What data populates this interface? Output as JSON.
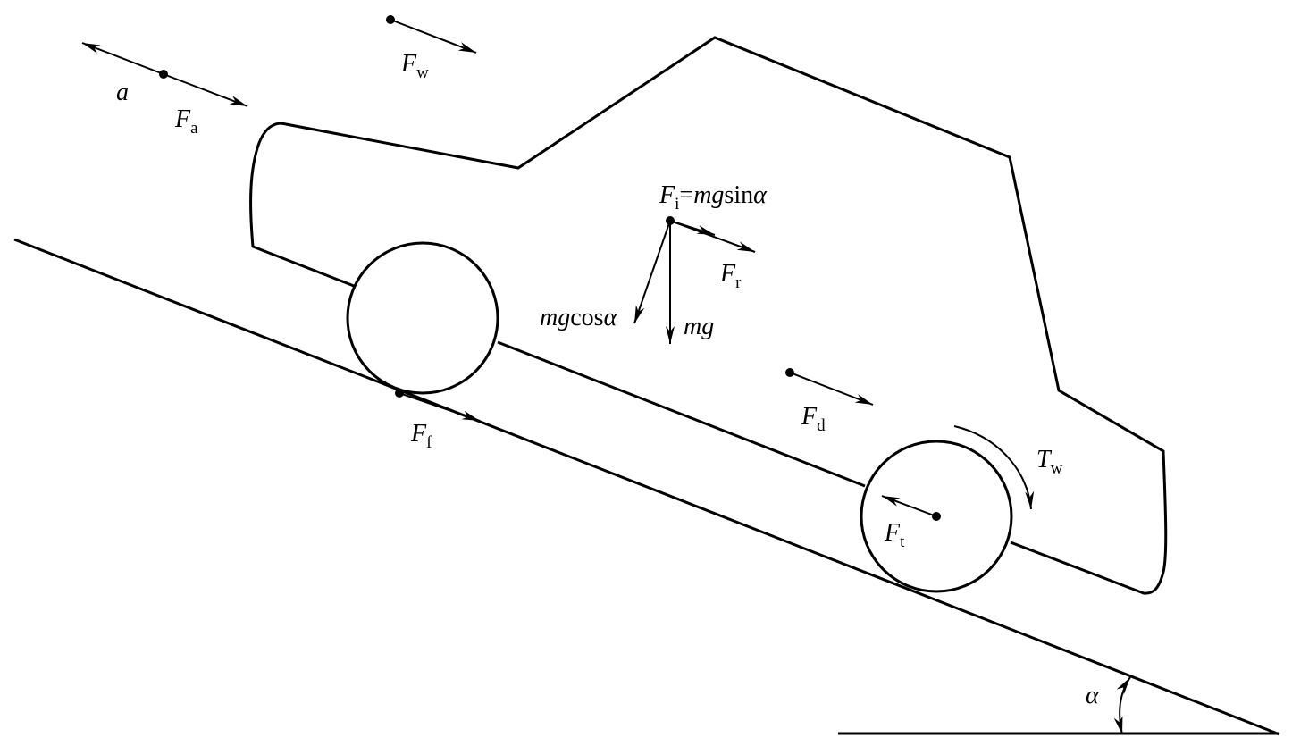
{
  "colors": {
    "stroke": "#000000",
    "background": "#ffffff"
  },
  "labels": {
    "a": "a",
    "Fa_main": "F",
    "Fa_sub": "a",
    "Fw_main": "F",
    "Fw_sub": "w",
    "Fi_main": "F",
    "Fi_sub": "i",
    "Fi_eq": "=",
    "Fi_mg": "mg",
    "Fi_sin": "sin",
    "Fi_alpha": "α",
    "Fr_main": "F",
    "Fr_sub": "r",
    "mgcos_mg": "mg",
    "mgcos_cos": "cos",
    "mgcos_alpha": "α",
    "mg": "mg",
    "Ff_main": "F",
    "Ff_sub": "f",
    "Fd_main": "F",
    "Fd_sub": "d",
    "Tw_main": "T",
    "Tw_sub": "w",
    "Ft_main": "F",
    "Ft_sub": "t",
    "alpha": "α"
  }
}
